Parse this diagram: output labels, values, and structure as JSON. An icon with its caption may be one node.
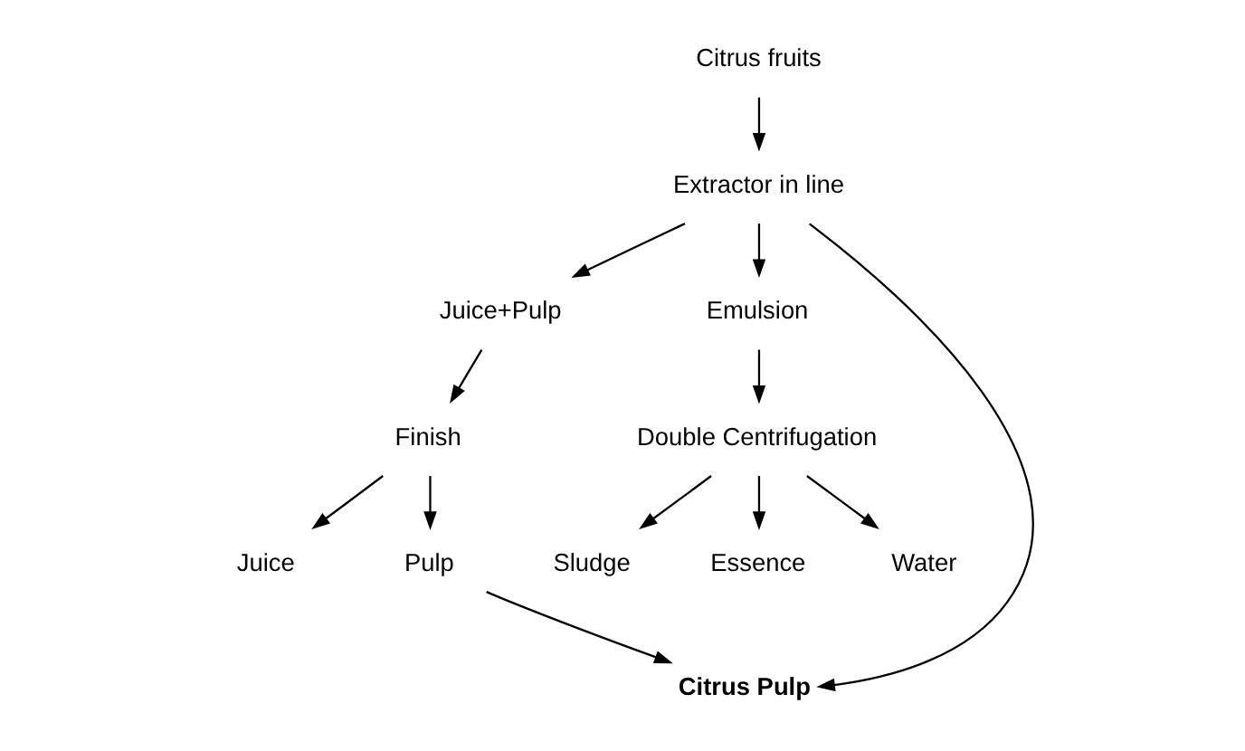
{
  "diagram": {
    "nodes": [
      {
        "text": [
          "Citrus fruits"
        ]
      },
      {
        "text": [
          "Extractor in line"
        ]
      },
      {
        "text": [
          "Juice+Pulp"
        ]
      },
      {
        "text": [
          "Emulsion"
        ]
      },
      {
        "text": [
          "Finish"
        ]
      },
      {
        "text": [
          "Double Centrifugation"
        ]
      },
      {
        "text": [
          "Juice"
        ]
      },
      {
        "text": [
          "Pulp"
        ]
      },
      {
        "text": [
          "Sludge"
        ]
      },
      {
        "text": [
          "Essence"
        ]
      },
      {
        "text": [
          "Water"
        ]
      },
      {
        "text": [
          "Citrus Pulp"
        ]
      }
    ],
    "edges": [
      {
        "from": 0,
        "to": 1,
        "arrow": "to"
      },
      {
        "from": 1,
        "to": 2,
        "arrow": "to"
      },
      {
        "from": 1,
        "to": 11,
        "arrow": "to"
      },
      {
        "from": 1,
        "to": 3,
        "arrow": "to"
      },
      {
        "from": 2,
        "to": 4,
        "arrow": "to"
      },
      {
        "from": 3,
        "to": 5,
        "arrow": "to"
      },
      {
        "from": 4,
        "to": 6,
        "arrow": "to"
      },
      {
        "from": 4,
        "to": 7,
        "arrow": "to"
      },
      {
        "from": 5,
        "to": 8,
        "arrow": "to"
      },
      {
        "from": 5,
        "to": 9,
        "arrow": "to"
      },
      {
        "from": 5,
        "to": 10,
        "arrow": "to"
      },
      {
        "from": 7,
        "to": 11,
        "arrow": "to"
      }
    ]
  }
}
